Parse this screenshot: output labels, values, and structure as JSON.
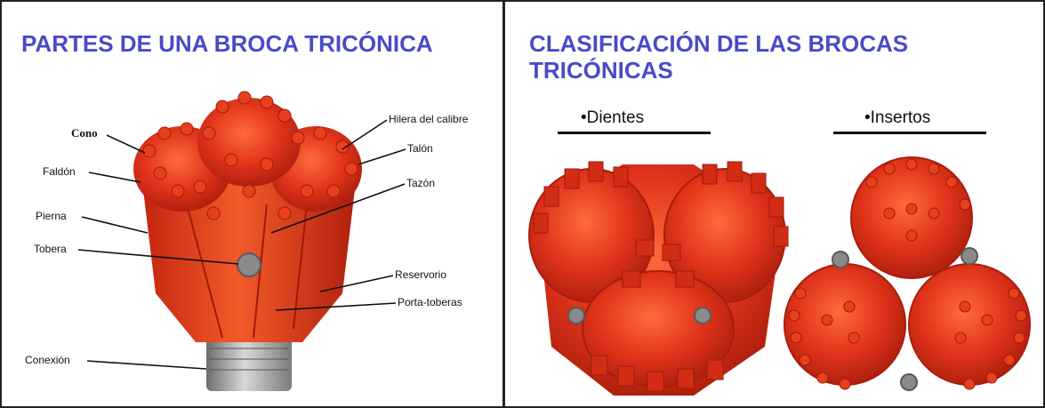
{
  "left_panel": {
    "title": "PARTES DE UNA BROCA TRICÓNICA",
    "labels": {
      "cono": "Cono",
      "faldon": "Faldón",
      "pierna": "Pierna",
      "tobera": "Tobera",
      "conexion": "Conexión",
      "hilera": "Hilera del calibre",
      "talon": "Talón",
      "tazon": "Tazón",
      "reservorio": "Reservorio",
      "porta": "Porta-toberas"
    }
  },
  "right_panel": {
    "title": "CLASIFICACIÓN DE LAS BROCAS TRICÓNICAS",
    "cat_teeth": "•Dientes",
    "cat_inserts": "•Insertos"
  },
  "colors": {
    "title": "#4a4ac8",
    "bit_red": "#e0331a",
    "bit_dark": "#a81d0c",
    "steel": "#9a9a9a"
  }
}
